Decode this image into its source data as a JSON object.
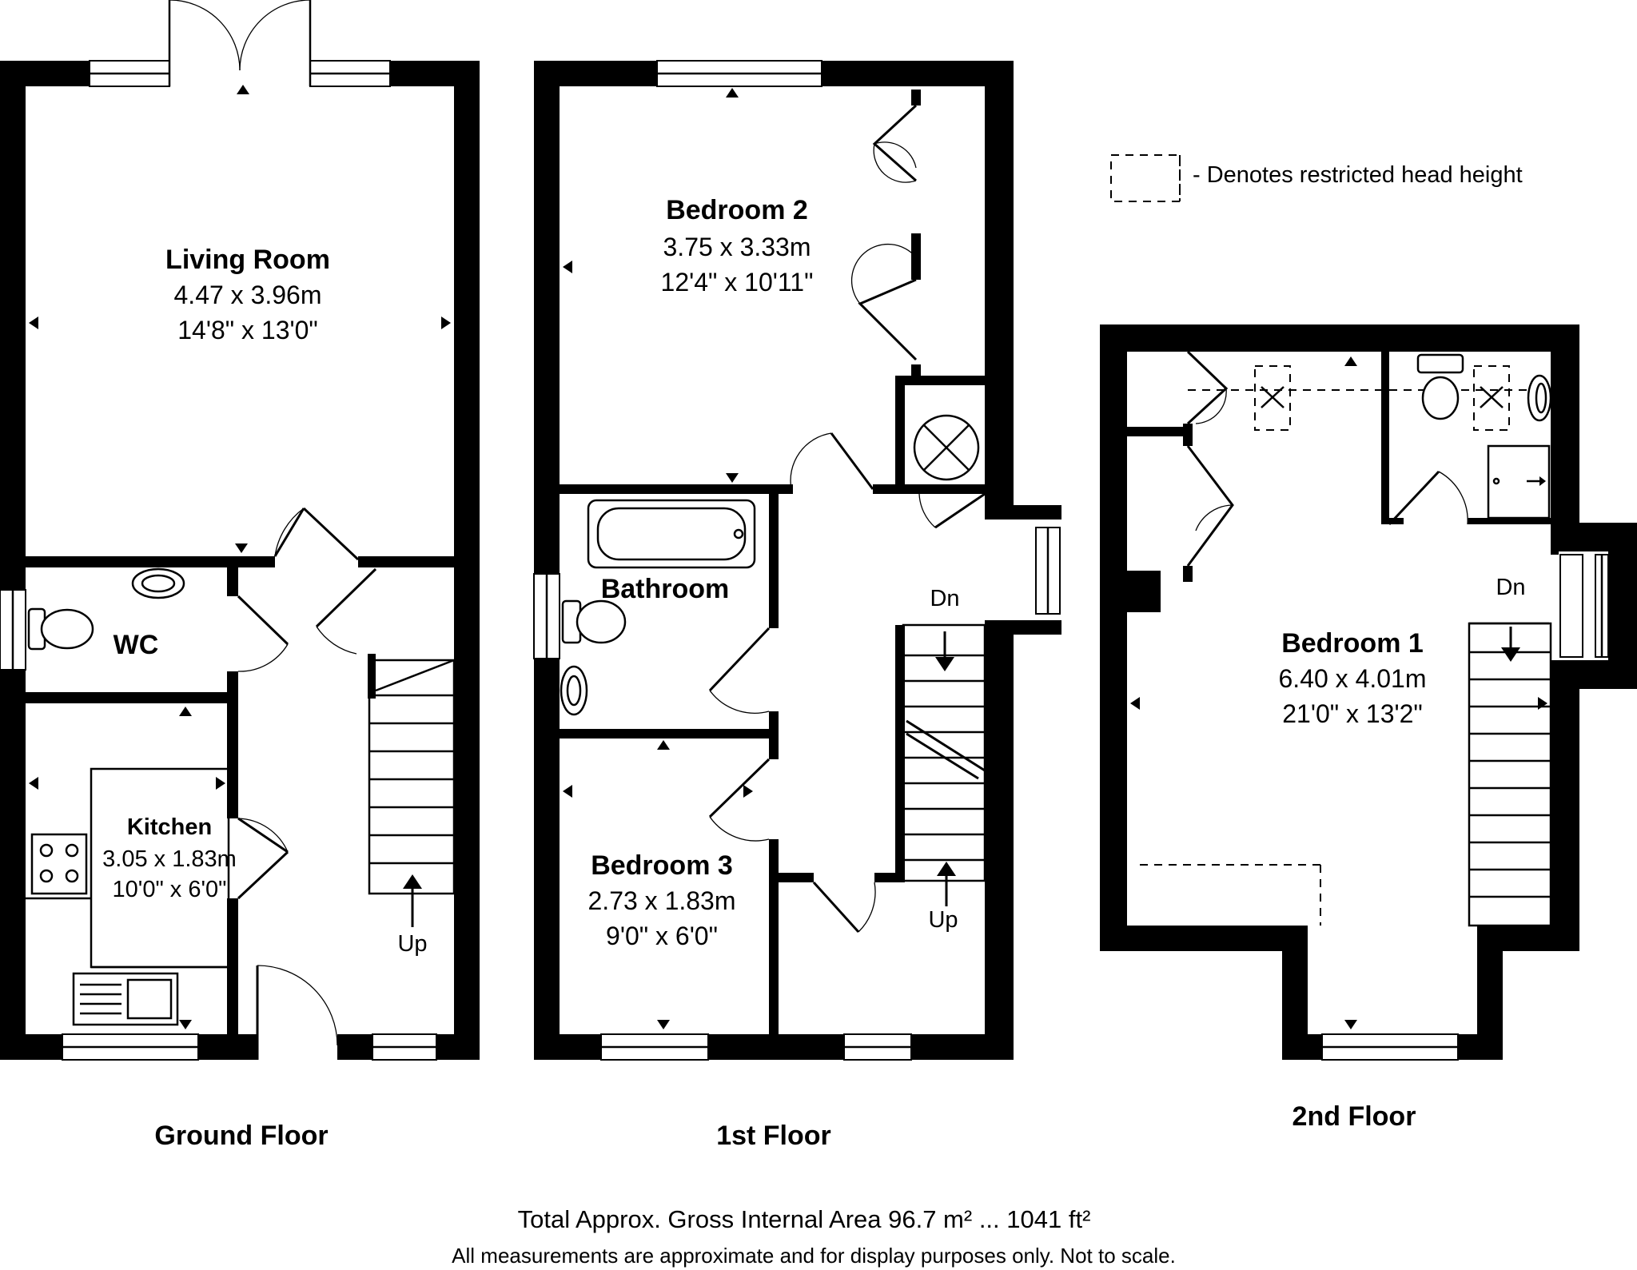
{
  "legend": {
    "text": "- Denotes restricted head height"
  },
  "floors": {
    "ground": {
      "label": "Ground Floor",
      "rooms": {
        "living": {
          "name": "Living Room",
          "metric": "4.47 x 3.96m",
          "imperial": "14'8\" x 13'0\""
        },
        "wc": {
          "name": "WC"
        },
        "kitchen": {
          "name": "Kitchen",
          "metric": "3.05 x 1.83m",
          "imperial": "10'0\" x 6'0\""
        }
      },
      "stairs_label": "Up"
    },
    "first": {
      "label": "1st Floor",
      "rooms": {
        "bedroom2": {
          "name": "Bedroom 2",
          "metric": "3.75 x 3.33m",
          "imperial": "12'4\" x 10'11\""
        },
        "bathroom": {
          "name": "Bathroom"
        },
        "bedroom3": {
          "name": "Bedroom 3",
          "metric": "2.73 x 1.83m",
          "imperial": "9'0\" x 6'0\""
        }
      },
      "stairs_down": "Dn",
      "stairs_up": "Up"
    },
    "second": {
      "label": "2nd Floor",
      "rooms": {
        "bedroom1": {
          "name": "Bedroom 1",
          "metric": "6.40 x 4.01m",
          "imperial": "21'0\" x 13'2\""
        }
      },
      "stairs_down": "Dn"
    }
  },
  "footer": {
    "area": "Total Approx. Gross Internal Area 96.7 m² ... 1041 ft²",
    "disclaimer": "All measurements are approximate and for display purposes only. Not to scale."
  }
}
